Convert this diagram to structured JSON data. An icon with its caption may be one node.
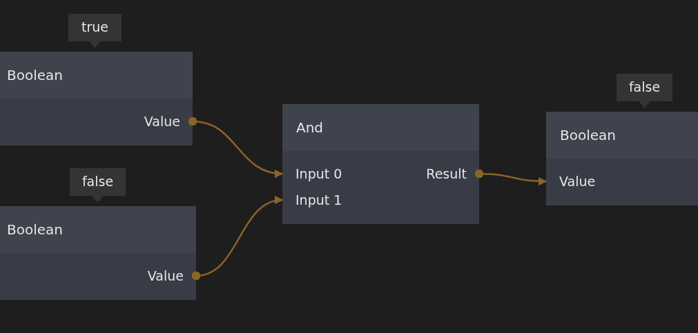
{
  "diagram": {
    "nodes": [
      {
        "text": [
          "Boolean"
        ],
        "beside": [
          "true"
        ]
      },
      {
        "text": [
          "Value"
        ],
        "in": 0
      },
      {
        "text": [
          "Boolean"
        ],
        "beside": [
          "false"
        ]
      },
      {
        "text": [
          "Value"
        ],
        "in": 2
      },
      {
        "text": [
          "And"
        ]
      },
      {
        "text": [
          "Input 0"
        ],
        "in": 4
      },
      {
        "text": [
          "Input 1"
        ],
        "in": 4
      },
      {
        "text": [
          "Result"
        ],
        "in": 4
      },
      {
        "text": [
          "Boolean"
        ],
        "beside": [
          "false"
        ]
      },
      {
        "text": [
          "Value"
        ],
        "in": 8
      }
    ],
    "edges": [
      {
        "from": 1,
        "to": 5,
        "arrow": "to"
      },
      {
        "from": 3,
        "to": 6,
        "arrow": "to"
      },
      {
        "from": 7,
        "to": 9,
        "arrow": "to"
      }
    ]
  }
}
